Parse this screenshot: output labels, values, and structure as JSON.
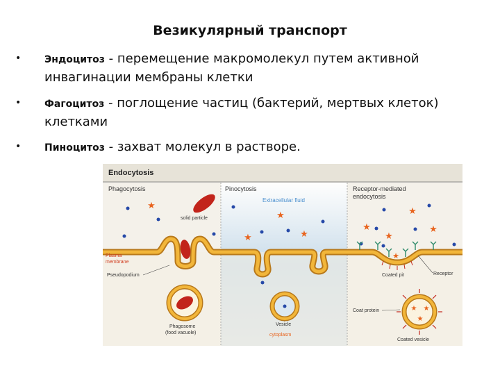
{
  "slide": {
    "title": "Везикулярный транспорт",
    "bullets": [
      {
        "term": "Эндоцитоз",
        "text": " - перемещение макромолекул путем активной инвагинации мембраны клетки"
      },
      {
        "term": "Фагоцитоз",
        "text": " - поглощение частиц (бактерий, мертвых клеток) клетками"
      },
      {
        "term": "Пиноцитоз",
        "text": " - захват молекул в растворе."
      }
    ]
  },
  "figure": {
    "title": "Endocytosis",
    "panels": {
      "phagocytosis": "Phagocytosis",
      "pinocytosis": "Pinocytosis",
      "receptor_line1": "Receptor-mediated",
      "receptor_line2": "endocytosis"
    },
    "labels": {
      "extracellular_fluid": "Extracellular fluid",
      "solid_particle": "solid particle",
      "plasma_membrane_1": "Plasma",
      "plasma_membrane_2": "membrane",
      "pseudopodium": "Pseudopodium",
      "phagosome_1": "Phagosome",
      "phagosome_2": "(food vacuole)",
      "vesicle": "Vesicle",
      "cytoplasm": "cytoplasm",
      "coated_pit": "Coated pit",
      "receptor": "Receptor",
      "coat_protein": "Coat protein",
      "coated_vesicle": "Coated vesicle"
    },
    "colors": {
      "membrane": "#f2b63a",
      "membrane_edge": "#b8791b",
      "particle": "#c2241b",
      "star": "#e8641e",
      "dot": "#2649a8",
      "receptor": "#2d8a6a",
      "extracellular": "#c9dcea",
      "label_red": "#d03a1c",
      "label_blue": "#4a8fce"
    }
  }
}
